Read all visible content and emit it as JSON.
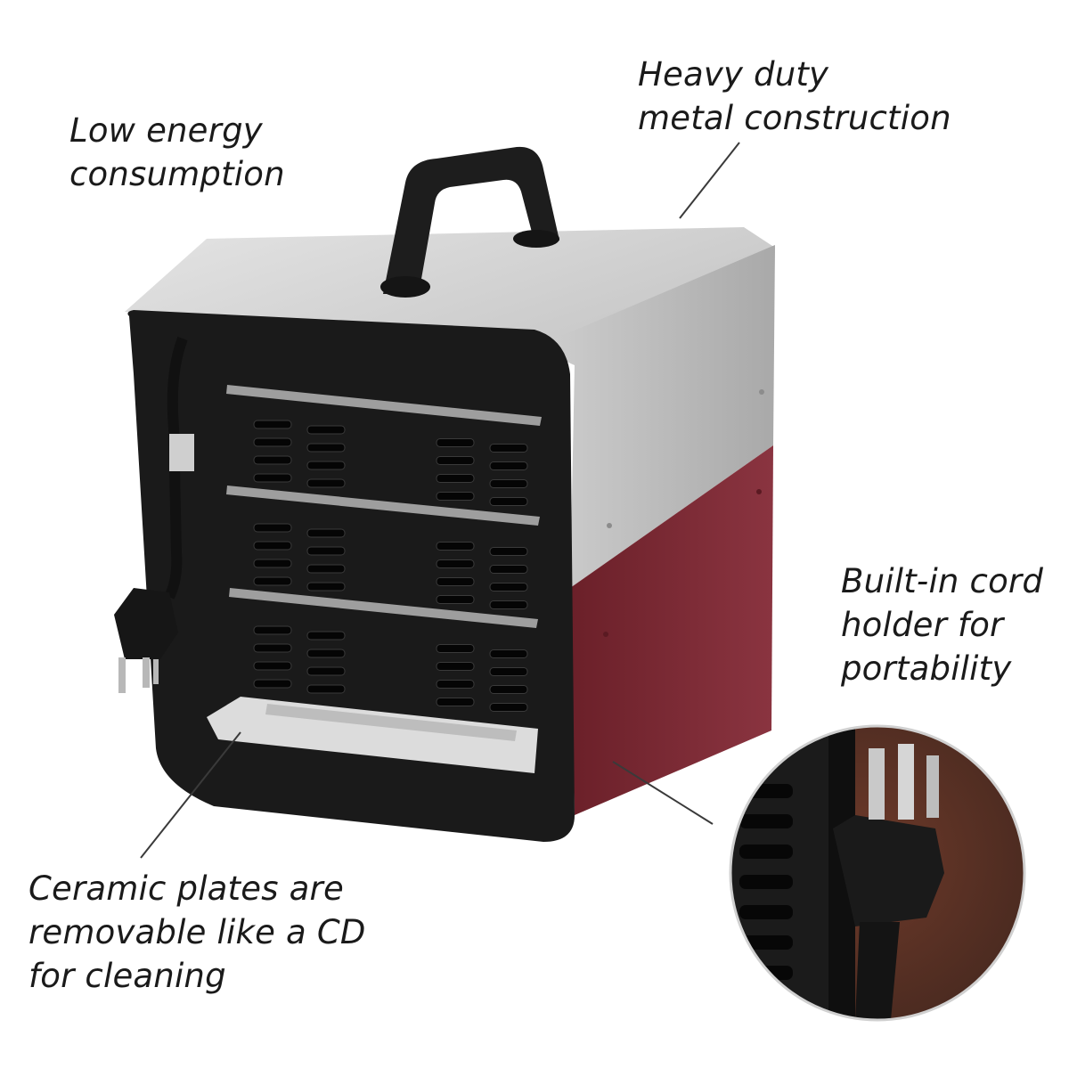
{
  "callouts": {
    "energy": [
      "Low energy",
      "consumption"
    ],
    "metal": [
      "Heavy duty",
      "metal construction"
    ],
    "cord": [
      "Built-in cord",
      "holder for",
      "portability"
    ],
    "ceramic": [
      "Ceramic plates are",
      "removable like a CD",
      "for cleaning"
    ]
  },
  "colors": {
    "housing_top": "#c9c9c9",
    "housing_bottom": "#7e2a34",
    "front_panel": "#1a1a1a",
    "ceramic_plate": "#d8d8d8",
    "callout_text": "#1a1a1a"
  }
}
